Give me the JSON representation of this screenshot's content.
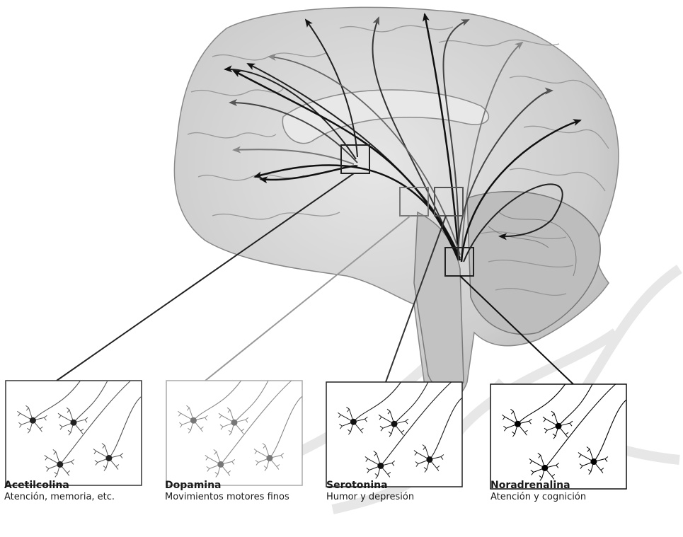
{
  "neurotransmitters": [
    {
      "name": "Acetilcolina",
      "description": "Atención, memoria, etc."
    },
    {
      "name": "Dopamina",
      "description": "Movimientos motores finos"
    },
    {
      "name": "Serotonina",
      "description": "Humor y depresión"
    },
    {
      "name": "Noradrenalina",
      "description": "Atención y cognición"
    }
  ],
  "colors": {
    "acetylcholine": "#555555",
    "dopamine": "#8a8a8a",
    "serotonin": "#1e1e1e",
    "noradrenaline": "#000000",
    "brain": "#cfcfcf",
    "brain_shadow": "#9a9a9a"
  }
}
